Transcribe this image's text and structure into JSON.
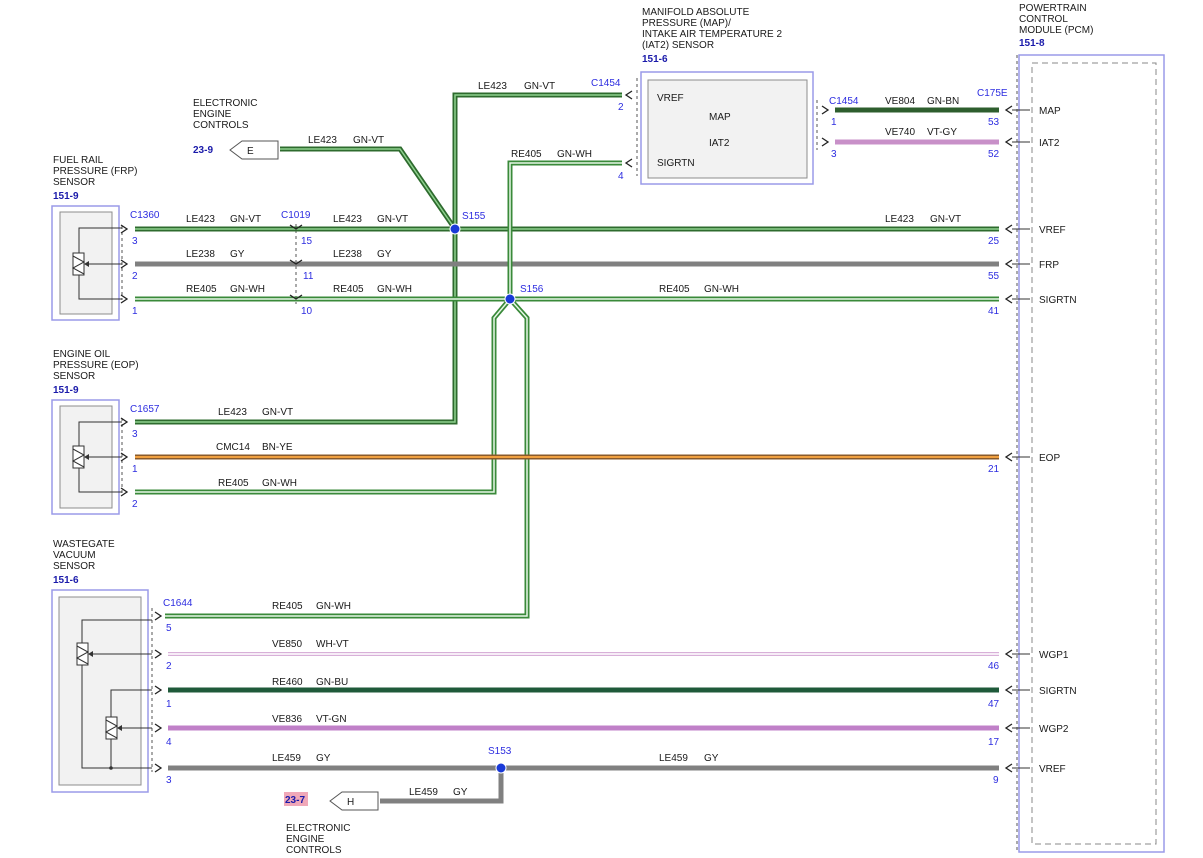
{
  "components": {
    "eec_top": {
      "lines": [
        "ELECTRONIC",
        "ENGINE",
        "CONTROLS"
      ],
      "ref": "23-9",
      "connector": "E"
    },
    "eec_bottom": {
      "lines": [
        "ELECTRONIC",
        "ENGINE",
        "CONTROLS"
      ],
      "ref": "23-7",
      "connector": "H"
    },
    "map_sensor": {
      "lines": [
        "MANIFOLD ABSOLUTE",
        "PRESSURE (MAP)/",
        "INTAKE AIR TEMPERATURE 2",
        "(IAT2) SENSOR"
      ],
      "ref": "151-6",
      "pins": {
        "vref": "VREF",
        "map": "MAP",
        "iat2": "IAT2",
        "sigrtn": "SIGRTN"
      }
    },
    "pcm": {
      "lines": [
        "POWERTRAIN",
        "CONTROL",
        "MODULE (PCM)"
      ],
      "ref": "151-8",
      "pins": {
        "map": "MAP",
        "iat2": "IAT2",
        "vref1": "VREF",
        "frp": "FRP",
        "sigrtn1": "SIGRTN",
        "eop": "EOP",
        "wgp1": "WGP1",
        "sigrtn2": "SIGRTN",
        "wgp2": "WGP2",
        "vref2": "VREF"
      }
    },
    "frp_sensor": {
      "lines": [
        "FUEL RAIL",
        "PRESSURE (FRP)",
        "SENSOR"
      ],
      "ref": "151-9"
    },
    "eop_sensor": {
      "lines": [
        "ENGINE OIL",
        "PRESSURE (EOP)",
        "SENSOR"
      ],
      "ref": "151-9"
    },
    "wg_sensor": {
      "lines": [
        "WASTEGATE",
        "VACUUM",
        "SENSOR"
      ],
      "ref": "151-6"
    }
  },
  "connectors": {
    "c1454a": "C1454",
    "c1454b": "C1454",
    "c175e": "C175E",
    "c1360": "C1360",
    "c1019": "C1019",
    "c1657": "C1657",
    "c1644": "C1644"
  },
  "splices": {
    "s155": "S155",
    "s156": "S156",
    "s153": "S153"
  },
  "wires": {
    "le423": "LE423",
    "gn_vt": "GN-VT",
    "re405": "RE405",
    "gn_wh": "GN-WH",
    "le238": "LE238",
    "gy": "GY",
    "ve804": "VE804",
    "gn_bn": "GN-BN",
    "ve740": "VE740",
    "vt_gy": "VT-GY",
    "cmc14": "CMC14",
    "bn_ye": "BN-YE",
    "ve850": "VE850",
    "wh_vt": "WH-VT",
    "re460": "RE460",
    "gn_bu": "GN-BU",
    "ve836": "VE836",
    "vt_gn": "VT-GN",
    "le459": "LE459"
  },
  "pin_numbers": {
    "map_vref": "2",
    "map_sigrtn": "4",
    "map_map": "1",
    "map_iat2": "3",
    "pcm_map": "53",
    "pcm_iat2": "52",
    "pcm_vref1": "25",
    "pcm_frp": "55",
    "pcm_sigrtn1": "41",
    "pcm_eop": "21",
    "pcm_wgp1": "46",
    "pcm_sigrtn2": "47",
    "pcm_wgp2": "17",
    "pcm_vref2": "9",
    "frp_3": "3",
    "frp_2": "2",
    "frp_1": "1",
    "c1019_15": "15",
    "c1019_11": "11",
    "c1019_10": "10",
    "eop_3": "3",
    "eop_1": "1",
    "eop_2": "2",
    "wg_5": "5",
    "wg_2": "2",
    "wg_1": "1",
    "wg_4": "4",
    "wg_3": "3"
  },
  "colors": {
    "gn_vt": "#2e6b2e",
    "gn_vt_core": "#8fd18f",
    "gn_wh": "#3a8a3a",
    "gn_wh_core": "#e8f7e8",
    "gy": "#808080",
    "gn_bn": "#2e5e2e",
    "vt_gy": "#c890c8",
    "bn_ye": "#8a5a2a",
    "bn_ye_core": "#f0a040",
    "wh_vt": "#d8b0d8",
    "gn_bu": "#1f5a3a",
    "vt_gn": "#c080c8",
    "splice": "#1a3ad8",
    "accent": "#2d2de0"
  }
}
